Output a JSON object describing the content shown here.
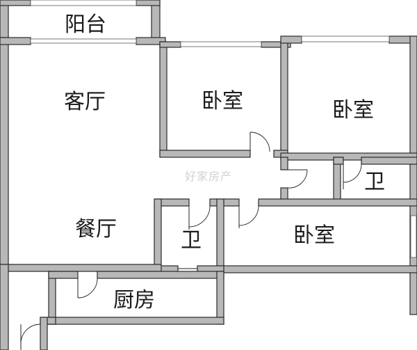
{
  "rooms": {
    "balcony": "阳台",
    "living_room": "客厅",
    "bedroom_1": "卧室",
    "bedroom_2": "卧室",
    "bedroom_3": "卧室",
    "bathroom_1": "卫",
    "bathroom_2": "卫",
    "dining_room": "餐厅",
    "kitchen": "厨房"
  },
  "watermark": "好家房产",
  "colors": {
    "wall_fill": "#b8b8b8",
    "wall_stroke": "#2a2a2a"
  }
}
